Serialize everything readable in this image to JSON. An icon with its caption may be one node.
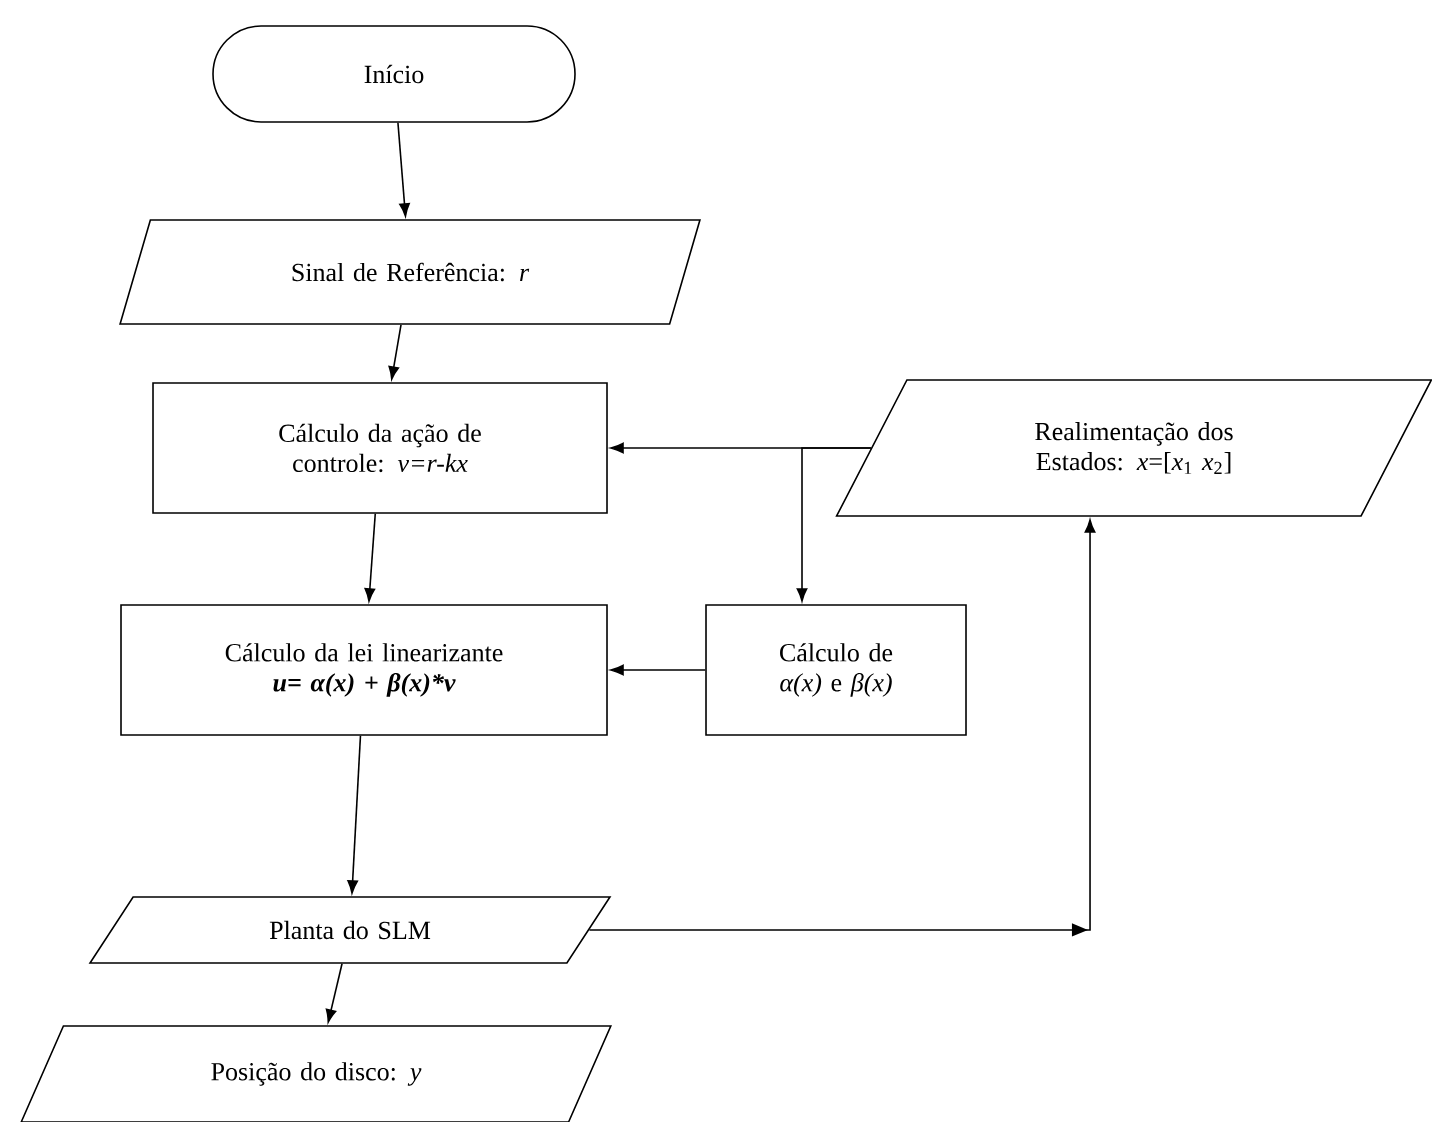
{
  "diagram": {
    "nodes": [
      {
        "text": [
          "Início"
        ]
      },
      {
        "text": [
          "Sinal de Referência: *r*"
        ]
      },
      {
        "text": [
          "Cálculo da ação de controle: *v=r-kx*"
        ]
      },
      {
        "text": [
          "Realimentação dos Estados: *x*=[*x*$_{1}$ *x*$_{2}$]"
        ]
      },
      {
        "text": [
          "Cálculo da lei linearizante",
          "u= α(x) + β(x)*v"
        ]
      },
      {
        "text": [
          "Cálculo de *α(x)* e *β(x)*"
        ]
      },
      {
        "text": [
          "Planta do SLM"
        ]
      },
      {
        "text": [
          "Posição do disco: *y*"
        ]
      }
    ],
    "edges": [
      {
        "from": 0,
        "to": 1,
        "arrow": "to"
      },
      {
        "from": 1,
        "to": 2,
        "arrow": "to"
      },
      {
        "from": 3,
        "to": 2,
        "arrow": "to"
      },
      {
        "from": 3,
        "to": 5,
        "arrow": "to"
      },
      {
        "from": 2,
        "to": 4,
        "arrow": "to"
      },
      {
        "from": 5,
        "to": 4,
        "arrow": "to"
      },
      {
        "from": 4,
        "to": 6,
        "arrow": "to"
      },
      {
        "from": 6,
        "to": 3,
        "arrow": "to"
      },
      {
        "from": 6,
        "to": 7,
        "arrow": "to"
      }
    ]
  }
}
